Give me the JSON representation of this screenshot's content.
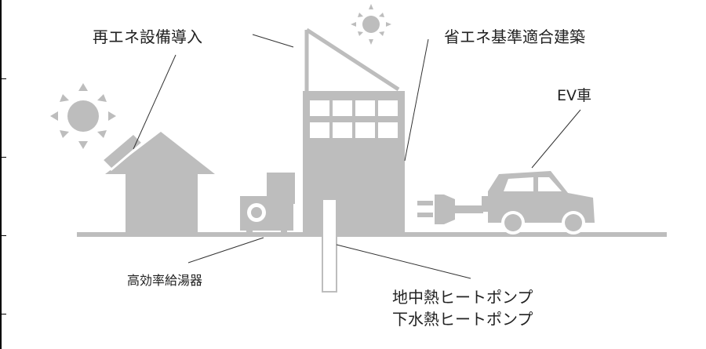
{
  "labels": {
    "renewable": "再エネ設備導入",
    "energy_saving_building": "省エネ基準適合建築",
    "ev": "EV車",
    "water_heater": "高効率給湯器",
    "geothermal": "地中熱ヒートポンプ",
    "sewage_heat": "下水熱ヒートポンプ"
  },
  "colors": {
    "shape_fill": "#bdbdbd",
    "window": "#ffffff",
    "line": "#333333",
    "text": "#222222"
  },
  "icons": [
    "sun-icon",
    "sun-icon",
    "house-icon",
    "building-icon",
    "water-heater-icon",
    "plug-icon",
    "car-icon",
    "solar-panel-icon"
  ]
}
